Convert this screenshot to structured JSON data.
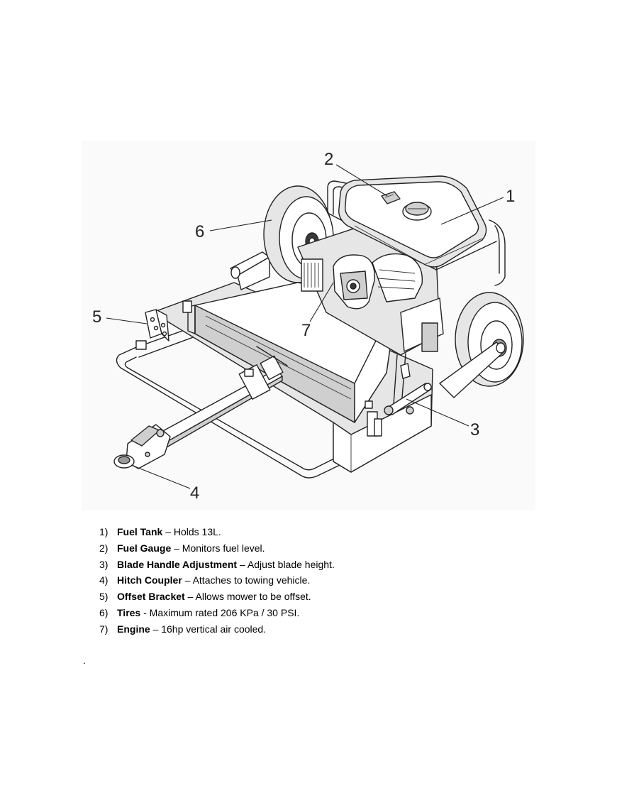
{
  "callouts": [
    {
      "id": "1",
      "label": "1"
    },
    {
      "id": "2",
      "label": "2"
    },
    {
      "id": "3",
      "label": "3"
    },
    {
      "id": "4",
      "label": "4"
    },
    {
      "id": "5",
      "label": "5"
    },
    {
      "id": "6",
      "label": "6"
    },
    {
      "id": "7",
      "label": "7"
    }
  ],
  "legend": [
    {
      "num": "1)",
      "term": "Fuel Tank",
      "desc": " – Holds 13L."
    },
    {
      "num": "2)",
      "term": "Fuel Gauge",
      "desc": " – Monitors fuel level."
    },
    {
      "num": "3)",
      "term": "Blade Handle Adjustment",
      "desc": " – Adjust blade height."
    },
    {
      "num": "4)",
      "term": "Hitch Coupler",
      "desc": " – Attaches to towing vehicle."
    },
    {
      "num": "5)",
      "term": "Offset Bracket",
      "desc": " – Allows mower to be offset."
    },
    {
      "num": "6)",
      "term": "Tires",
      "desc": " - Maximum rated 206 KPa / 30 PSI."
    },
    {
      "num": "7)",
      "term": "Engine",
      "desc": " – 16hp vertical air cooled."
    }
  ],
  "footer_mark": "."
}
